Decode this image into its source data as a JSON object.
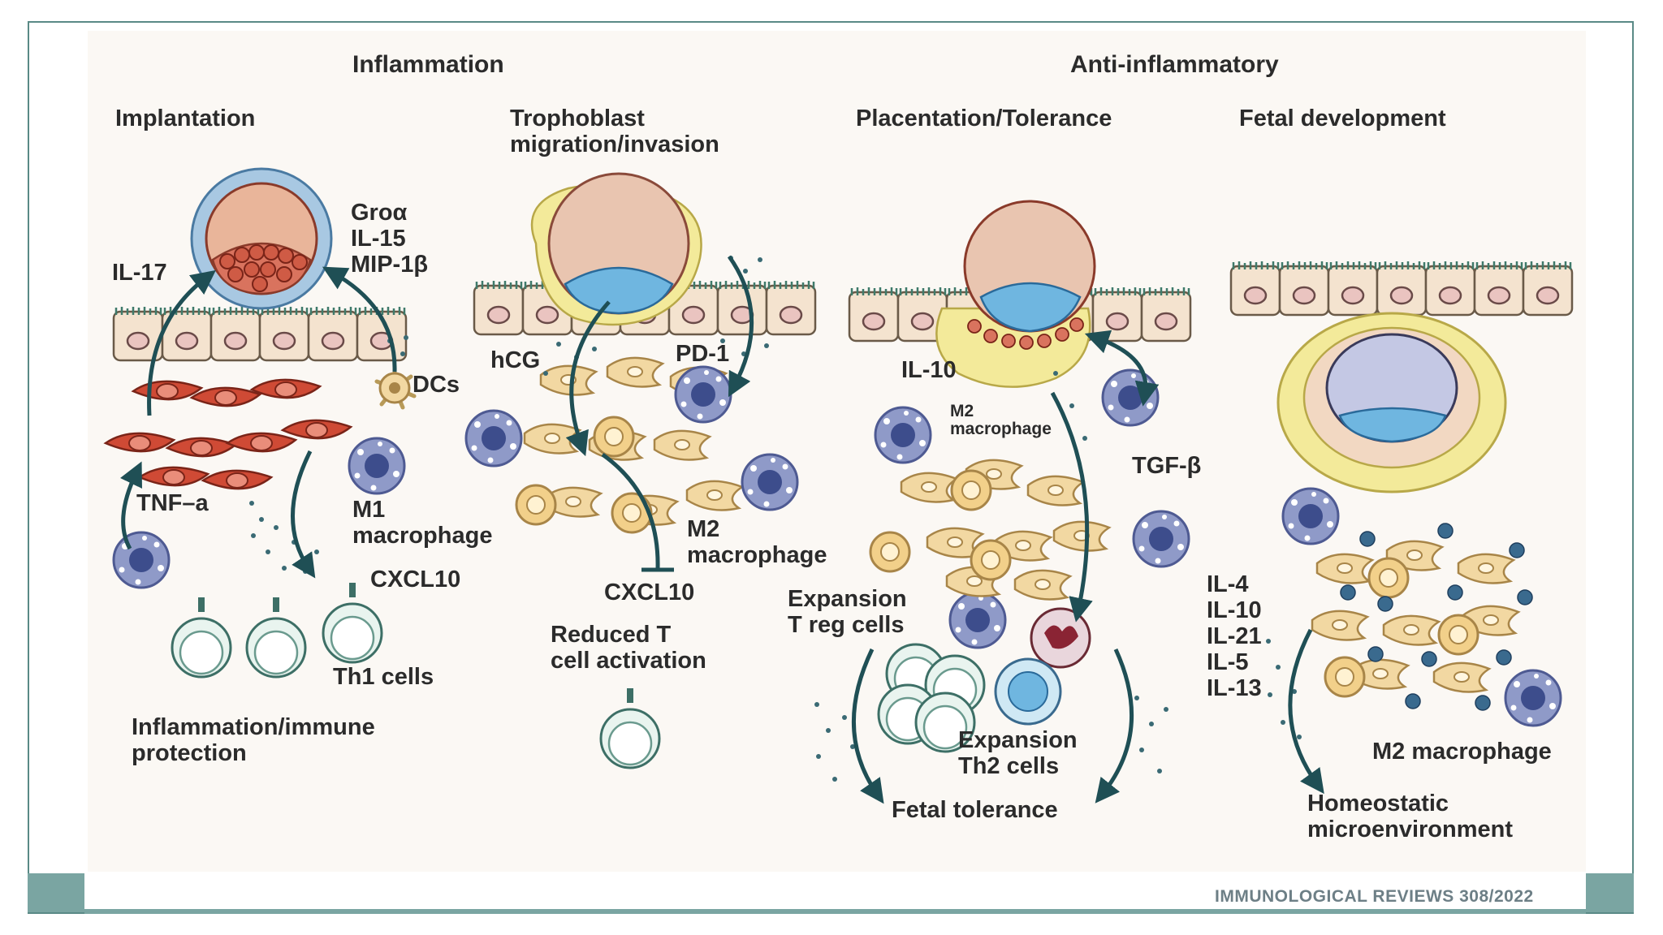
{
  "headers": {
    "inflammation": "Inflammation",
    "anti_inflammatory": "Anti-inflammatory"
  },
  "stages": {
    "implantation": "Implantation",
    "trophoblast": "Trophoblast\nmigration/invasion",
    "placentation": "Placentation/Tolerance",
    "fetal_development": "Fetal development"
  },
  "panel1": {
    "cytokines": "Groα\nIL-15\nMIP-1β",
    "il17": "IL-17",
    "dcs": "DCs",
    "tnf": "TNF–a",
    "m1": "M1\nmacrophage",
    "cxcl10": "CXCL10",
    "th1": "Th1 cells",
    "outcome": "Inflammation/immune\nprotection"
  },
  "panel2": {
    "hcg": "hCG",
    "pd1": "PD-1",
    "m2": "M2\nmacrophage",
    "cxcl10": "CXCL10",
    "outcome": "Reduced T\ncell activation"
  },
  "panel3": {
    "il10": "IL-10",
    "m2": "M2\nmacrophage",
    "tgf": "TGF-β",
    "treg": "Expansion\nT reg cells",
    "th2": "Expansion\nTh2 cells",
    "outcome": "Fetal tolerance"
  },
  "panel4": {
    "cytokines": "IL-4\nIL-10\nIL-21\nIL-5\nIL-13",
    "m2": "M2 macrophage",
    "outcome": "Homeostatic\nmicroenvironment"
  },
  "source": "IMMUNOLOGICAL REVIEWS 308/2022",
  "colors": {
    "frame": "#5a8a86",
    "footer_bar": "#7aa5a2",
    "arrow": "#1f4f55",
    "epithelium": "#f4e3cf",
    "stromal": "#f2d8a2",
    "inflamed_stromal": "#cf4a35",
    "macrophage": "#8f9ac8",
    "t_cell": "#cfe6de"
  }
}
